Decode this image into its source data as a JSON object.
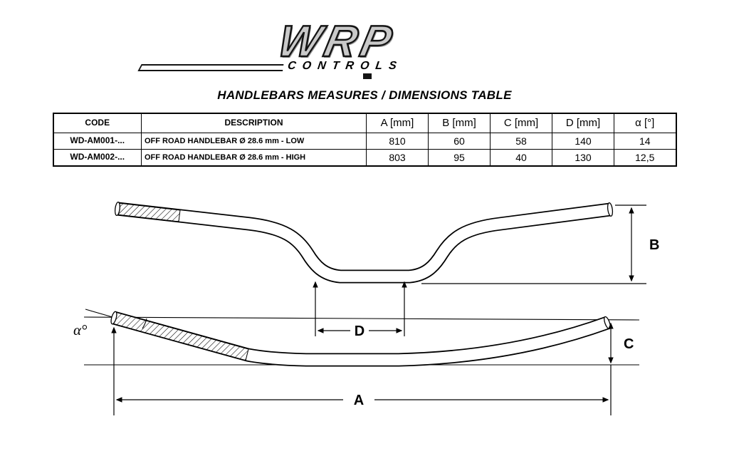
{
  "logo": {
    "brand": "WRP",
    "subtitle": "CONTROLS"
  },
  "title": "HANDLEBARS MEASURES / DIMENSIONS TABLE",
  "table": {
    "headers": [
      "CODE",
      "DESCRIPTION",
      "A [mm]",
      "B [mm]",
      "C [mm]",
      "D [mm]",
      "α [°]"
    ],
    "rows": [
      [
        "WD-AM001-...",
        "OFF ROAD HANDLEBAR Ø 28.6 mm - LOW",
        "810",
        "60",
        "58",
        "140",
        "14"
      ],
      [
        "WD-AM002-...",
        "OFF ROAD HANDLEBAR Ø 28.6 mm - HIGH",
        "803",
        "95",
        "40",
        "130",
        "12,5"
      ]
    ]
  },
  "diagram": {
    "labels": {
      "a": "A",
      "b": "B",
      "c": "C",
      "d": "D",
      "alpha": "α°"
    }
  }
}
